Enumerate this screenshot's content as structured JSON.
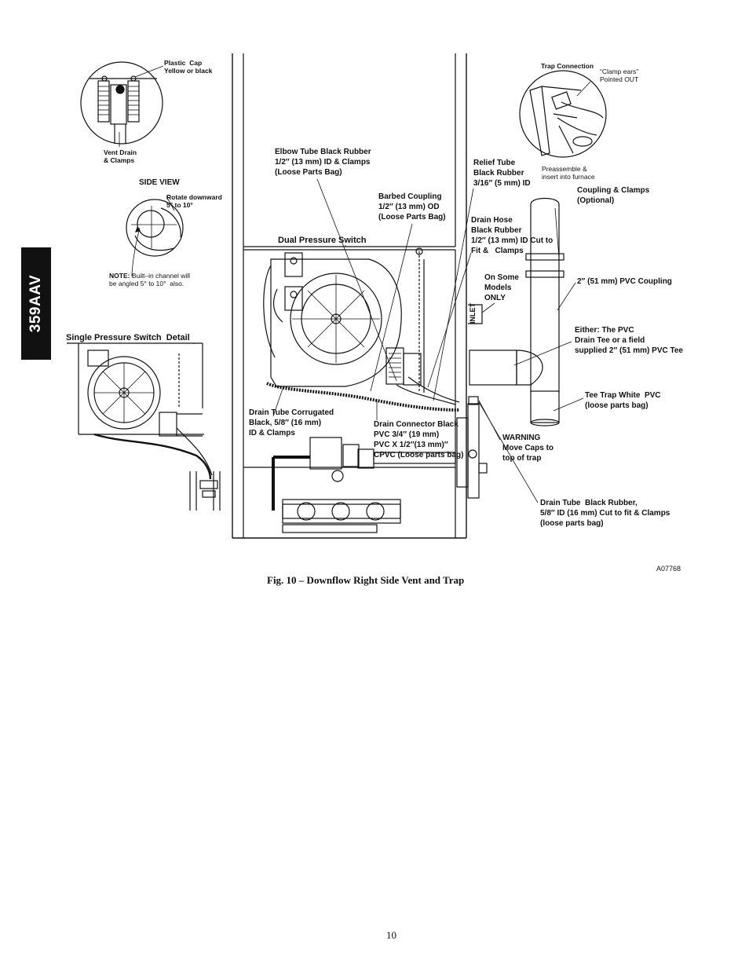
{
  "side_tab": {
    "model": "359AAV"
  },
  "labels": {
    "plastic_cap": "Plastic  Cap\nYellow or black",
    "vent_drain": "Vent Drain\n& Clamps",
    "side_view": "SIDE VIEW",
    "rotate_downward": "Rotate downward\n5° to 10°",
    "note_prefix": "NOTE:",
    "note_text": " Built–in channel will\nbe angled 5° to 10°  also.",
    "single_pressure_switch": "Single Pressure Switch  Detail",
    "elbow_tube": "Elbow Tube Black Rubber\n1/2″ (13 mm) ID & Clamps\n(Loose Parts Bag)",
    "barbed_coupling": "Barbed Coupling\n1/2″ (13 mm) OD\n(Loose Parts Bag)",
    "dual_pressure_switch": "Dual Pressure Switch",
    "relief_tube": "Relief Tube\nBlack Rubber\n3/16″ (5 mm) ID",
    "drain_hose": "Drain Hose\nBlack Rubber\n1/2″ (13 mm) ID Cut to\nFit &   Clamps",
    "on_some_models": "On Some\nModels\nONLY",
    "inlet": "INLET",
    "trap_connection": "Trap Connection",
    "clamp_ears": "“Clamp ears”\nPointed OUT",
    "preassemble": "Preassemble &\ninsert into furnace",
    "coupling_clamps": "Coupling & Clamps\n(Optional)",
    "pvc_coupling": "2″ (51 mm) PVC Coupling",
    "either_pvc": "Either: The PVC\nDrain Tee or a field\nsupplied 2″ (51 mm) PVC Tee",
    "tee_trap": "Tee Trap White  PVC\n(loose parts bag)",
    "drain_tube_corrugated": "Drain Tube Corrugated\nBlack, 5/8″ (16 mm)\nID & Clamps",
    "drain_connector": "Drain Connector Black\nPVC 3/4″ (19 mm)\nPVC X 1/2″(13 mm)″\nCPVC (Loose parts bag)",
    "warning": "WARNING\nMove Caps to\ntop of trap",
    "drain_tube_black": "Drain Tube  Black Rubber,\n5/8″ ID (16 mm) Cut to fit & Clamps\n(loose parts bag)"
  },
  "figure": {
    "id": "A07768",
    "caption": "Fig. 10 – Downflow Right Side Vent and Trap"
  },
  "page_number": "10"
}
